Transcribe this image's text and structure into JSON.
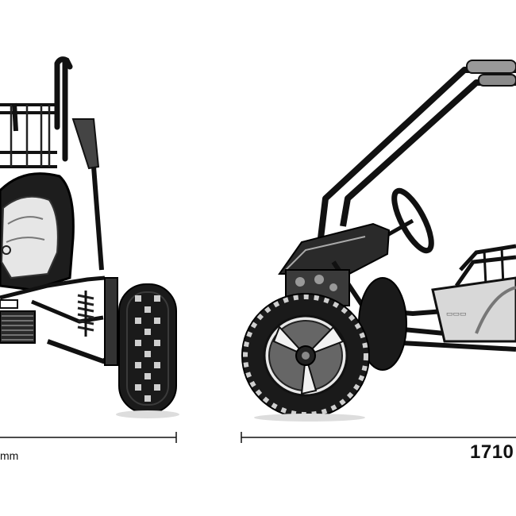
{
  "photo": {
    "subject": "go-kart-buggy",
    "colors": {
      "background": "#ffffff",
      "ink": "#111111",
      "tire": "#1a1a1a",
      "hub": "#555555"
    }
  },
  "dimensions": {
    "front_width_label": "mm",
    "side_length_label": "1710"
  }
}
